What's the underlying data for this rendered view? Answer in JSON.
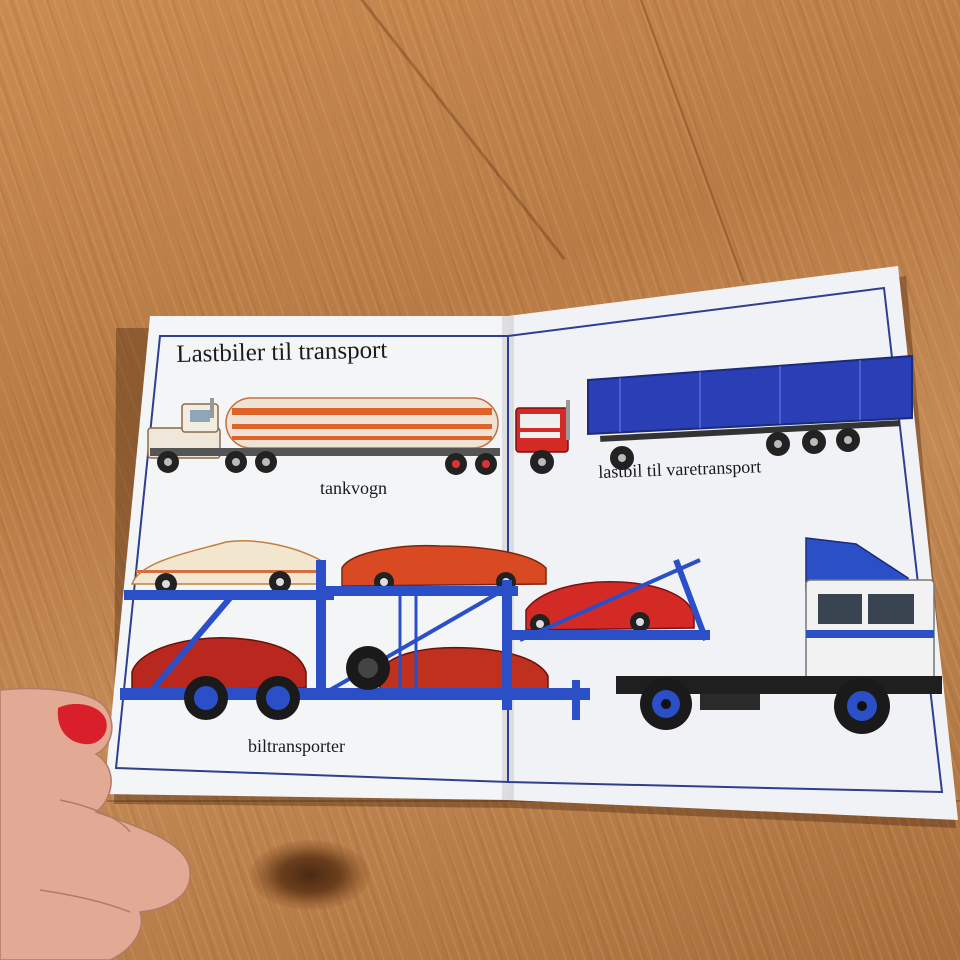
{
  "book": {
    "title": "Lastbiler til transport",
    "captions": {
      "tanker": "tankvogn",
      "cargo_truck": "lastbil til varetransport",
      "car_carrier": "biltransporter"
    }
  },
  "scene": {
    "colors": {
      "wood": "#c08550",
      "page": "#f4f5f7",
      "border": "#2f3f8f",
      "carrier_frame": "#2a4fc7",
      "trailer_curtain": "#2a3fb5",
      "tanker_stripe": "#e0632a",
      "nail_polish": "#d81f2a"
    },
    "icons": [
      "tanker-truck-icon",
      "cargo-truck-icon",
      "car-carrier-icon",
      "white-truck-cab-icon",
      "hand-icon"
    ]
  }
}
